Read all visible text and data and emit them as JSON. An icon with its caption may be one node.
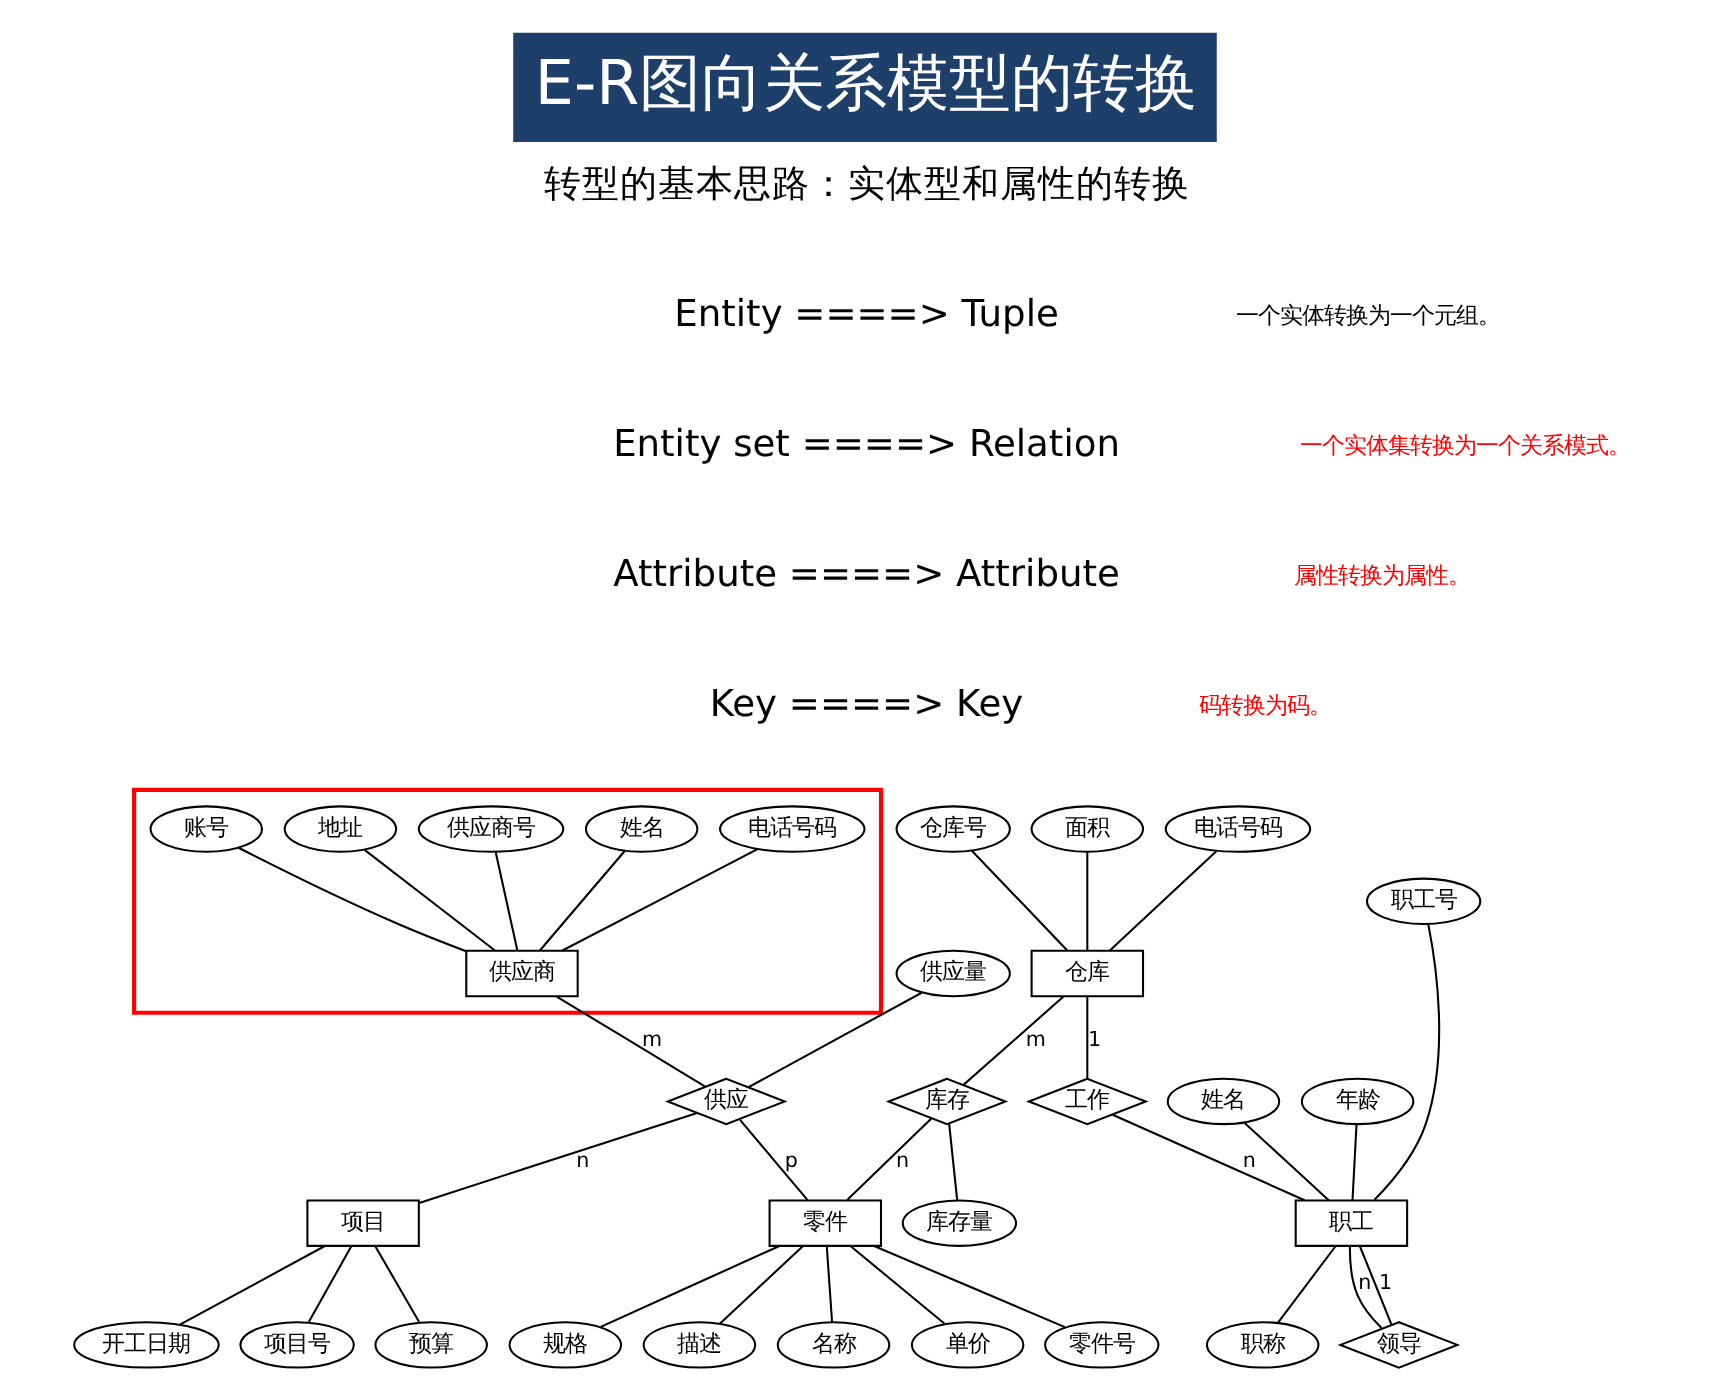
{
  "diagram": {
    "title": "E-R图向关系模型的转换",
    "nodes": [
      {
        "text": [],
        "shape": "box"
      },
      {
        "text": [
          "供应商"
        ],
        "in": 0
      },
      {
        "text": [
          "姓名"
        ],
        "in": 0
      },
      {
        "text": [
          "电话号码"
        ],
        "in": 0
      },
      {
        "text": [
          "供应商号"
        ],
        "in": 0
      },
      {
        "text": [
          "地址"
        ],
        "in": 0
      },
      {
        "text": [
          "账号"
        ],
        "in": 0
      },
      {
        "text": [
          "仓库号"
        ]
      },
      {
        "text": [
          "面积"
        ]
      },
      {
        "text": [
          "电话号码"
        ]
      },
      {
        "text": [
          "职工号"
        ]
      },
      {
        "text": [
          "姓名"
        ]
      },
      {
        "text": [
          "年龄"
        ]
      },
      {
        "text": [
          "仓库"
        ]
      },
      {
        "text": [
          "工作"
        ]
      },
      {
        "text": [
          "职工"
        ]
      },
      {
        "text": [
          "职称"
        ]
      },
      {
        "text": [
          "供应量"
        ]
      },
      {
        "text": [
          "供应"
        ]
      },
      {
        "text": [
          "库存"
        ]
      },
      {
        "text": [
          "库存量"
        ]
      },
      {
        "text": [
          "领导"
        ]
      },
      {
        "text": [
          "项目"
        ]
      },
      {
        "text": [
          "零件"
        ]
      },
      {
        "text": [
          "项目号"
        ]
      },
      {
        "text": [
          "预算"
        ]
      },
      {
        "text": [
          "开工日期"
        ]
      },
      {
        "text": [
          "零件号"
        ]
      },
      {
        "text": [
          "规格"
        ]
      },
      {
        "text": [
          "描述"
        ]
      },
      {
        "text": [
          "名称"
        ]
      },
      {
        "text": [
          "单价"
        ]
      }
    ],
    "edges": [
      {
        "from": 2,
        "to": 1,
        "arrow": "none"
      },
      {
        "from": 3,
        "to": 1,
        "arrow": "none"
      },
      {
        "from": 4,
        "to": 1,
        "arrow": "none"
      },
      {
        "from": 5,
        "to": 1,
        "arrow": "none"
      },
      {
        "from": 6,
        "to": 1,
        "arrow": "none"
      },
      {
        "from": 7,
        "to": 13,
        "arrow": "none"
      },
      {
        "from": 8,
        "to": 13,
        "arrow": "none"
      },
      {
        "from": 9,
        "to": 13,
        "arrow": "none"
      },
      {
        "from": 10,
        "to": 15,
        "arrow": "none"
      },
      {
        "from": 11,
        "to": 15,
        "arrow": "none"
      },
      {
        "from": 12,
        "to": 15,
        "arrow": "none"
      },
      {
        "from": 13,
        "to": 14,
        "arrow": "none",
        "label": "1"
      },
      {
        "from": 14,
        "to": 15,
        "arrow": "none",
        "label": "n"
      },
      {
        "from": 15,
        "to": 16,
        "arrow": "none"
      },
      {
        "from": 1,
        "to": 18,
        "arrow": "none",
        "label": "m"
      },
      {
        "from": 17,
        "to": 18,
        "arrow": "none"
      },
      {
        "from": 18,
        "to": 22,
        "arrow": "none",
        "label": "n"
      },
      {
        "from": 18,
        "to": 23,
        "arrow": "none",
        "label": "p"
      },
      {
        "from": 13,
        "to": 19,
        "arrow": "none",
        "label": "m"
      },
      {
        "from": 19,
        "to": 20,
        "arrow": "none"
      },
      {
        "from": 19,
        "to": 23,
        "arrow": "none",
        "label": "n"
      },
      {
        "from": 15,
        "to": 21,
        "arrow": "none",
        "label": "1"
      },
      {
        "from": 15,
        "to": 21,
        "arrow": "none",
        "label": "n"
      },
      {
        "from": 22,
        "to": 24,
        "arrow": "none"
      },
      {
        "from": 22,
        "to": 25,
        "arrow": "none"
      },
      {
        "from": 22,
        "to": 26,
        "arrow": "none"
      },
      {
        "from": 23,
        "to": 27,
        "arrow": "none"
      },
      {
        "from": 23,
        "to": 30,
        "arrow": "none"
      },
      {
        "from": 23,
        "to": 28,
        "arrow": "none"
      },
      {
        "from": 23,
        "to": 31,
        "arrow": "none"
      },
      {
        "from": 23,
        "to": 29,
        "arrow": "none"
      }
    ],
    "labels": [
      "转型的基本思路：实体型和属性的转换",
      "Entity ====> Tuple",
      "一个实体转换为一个元组。",
      "Entity set ====> Relation",
      "一个实体集转换为一个关系模式。",
      "Attribute ====> Attribute",
      "属性转换为属性。",
      "Key ====> Key",
      "码转换为码。"
    ]
  }
}
